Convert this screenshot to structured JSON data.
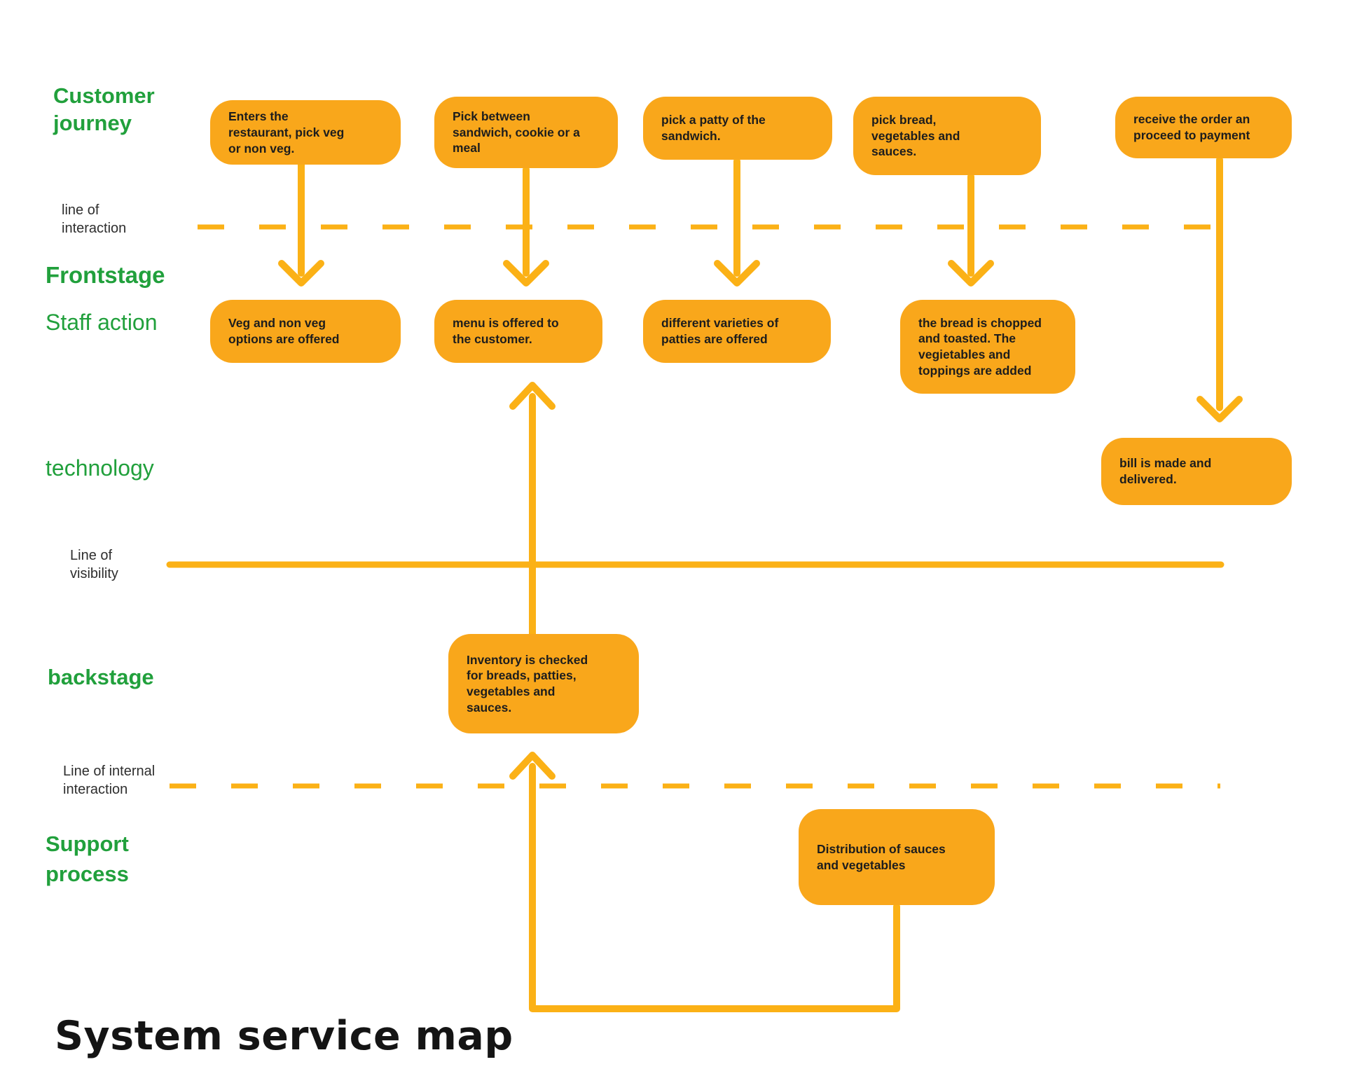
{
  "title": "System service map",
  "colors": {
    "box_orange": "#F9A71B",
    "line_orange": "#FBB116",
    "label_green": "#21A03C",
    "text_dark": "#1D1D1D"
  },
  "labels": {
    "customer_journey": "Customer\njourney",
    "line_of_interaction": "line of\ninteraction",
    "frontstage": "Frontstage",
    "staff_action": "Staff action",
    "technology": "technology",
    "line_of_visibility": "Line of\nvisibility",
    "backstage": "backstage",
    "line_of_internal_interaction": "Line of internal\ninteraction",
    "support_process": "Support\nprocess"
  },
  "boxes": {
    "journey": [
      "Enters the\nrestaurant, pick veg\nor non veg.",
      "Pick between\nsandwich, cookie or a\nmeal",
      "pick a patty of the\nsandwich.",
      "pick bread,\nvegetables and\nsauces.",
      "receive the order an\nproceed to payment"
    ],
    "staff": [
      "Veg and non veg\noptions are offered",
      "menu is offered to\nthe customer.",
      "different varieties of\npatties are offered",
      "the bread is chopped\nand toasted. The\nvegietables and\ntoppings are added"
    ],
    "technology": [
      "bill is made and\ndelivered."
    ],
    "backstage": [
      "Inventory is checked\nfor breads, patties,\nvegetables and\nsauces."
    ],
    "support": [
      "Distribution of sauces\nand vegetables"
    ]
  }
}
